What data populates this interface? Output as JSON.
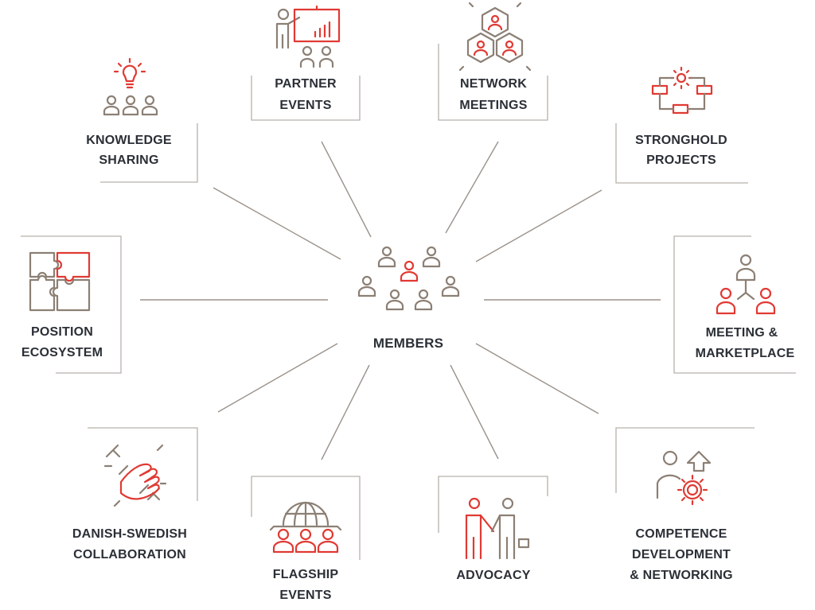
{
  "center": {
    "label": "MEMBERS"
  },
  "nodes": {
    "partner_events": {
      "line1": "PARTNER",
      "line2": "EVENTS"
    },
    "network_meetings": {
      "line1": "NETWORK",
      "line2": "MEETINGS"
    },
    "knowledge_sharing": {
      "line1": "KNOWLEDGE",
      "line2": "SHARING"
    },
    "stronghold_projects": {
      "line1": "STRONGHOLD",
      "line2": "PROJECTS"
    },
    "position_ecosystem": {
      "line1": "POSITION",
      "line2": "ECOSYSTEM"
    },
    "meeting_marketplace": {
      "line1": "MEETING &",
      "line2": "MARKETPLACE"
    },
    "danish_swedish": {
      "line1": "DANISH-SWEDISH",
      "line2": "COLLABORATION"
    },
    "flagship_events": {
      "line1": "FLAGSHIP",
      "line2": "EVENTS"
    },
    "advocacy": {
      "line1": "ADVOCACY"
    },
    "competence": {
      "line1": "COMPETENCE",
      "line2": "DEVELOPMENT",
      "line3": "& NETWORKING"
    }
  },
  "colors": {
    "accent": "#e03a33",
    "icon_neutral": "#8c7f74",
    "text": "#2b2f36",
    "line": "#9b928b"
  }
}
